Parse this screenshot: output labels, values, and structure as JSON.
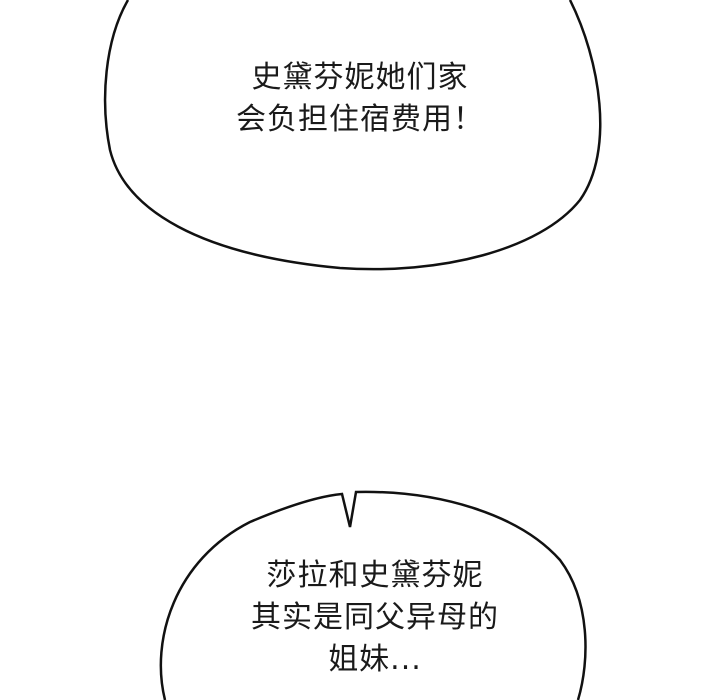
{
  "panels": [
    {
      "bubble": "speech-bubble-top",
      "lines": [
        "史黛芬妮她们家",
        "会负担住宿费用！"
      ]
    },
    {
      "bubble": "speech-bubble-bottom",
      "lines": [
        "莎拉和史黛芬妮",
        "其实是同父异母的",
        "姐妹..."
      ]
    }
  ],
  "colors": {
    "background": "#ffffff",
    "outline": "#111111",
    "text": "#1a1a1a"
  }
}
